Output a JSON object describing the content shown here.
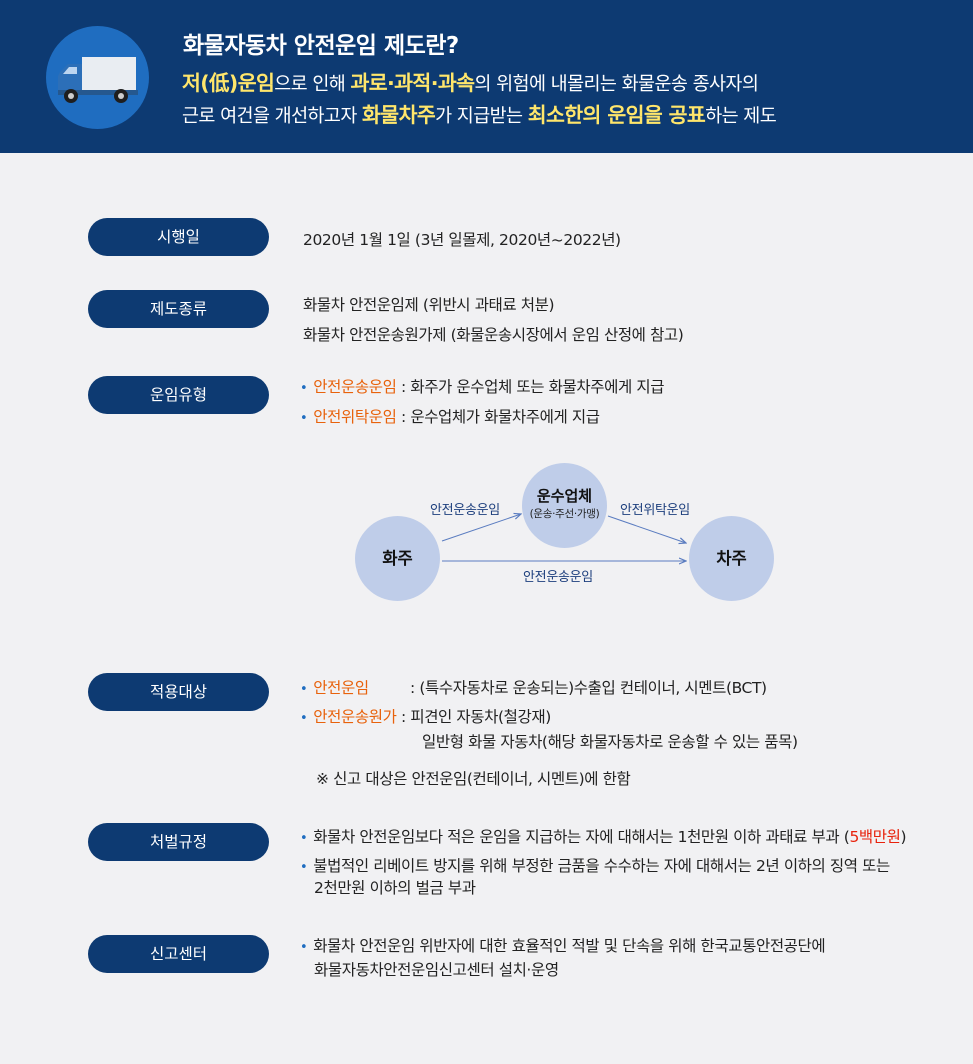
{
  "header": {
    "title": "화물자동차 안전운임 제도란?",
    "line1": {
      "hl1": "저(低)운임",
      "t1": "으로 인해 ",
      "hl2": "과로·과적·과속",
      "t2": "의 위험에 내몰리는 화물운송 종사자의"
    },
    "line2": {
      "t1": "근로 여건을 개선하고자 ",
      "hl1": "화물차주",
      "t2": "가 지급받는 ",
      "hl2": "최소한의 운임을 공표",
      "t3": "하는 제도"
    },
    "icon": "truck-icon",
    "colors": {
      "navy": "#0d3a72",
      "highlight": "#ffe66b",
      "orange": "#e8620c",
      "red": "#e8220c",
      "node": "#bfcde9"
    }
  },
  "sections": {
    "effective_date": {
      "label": "시행일",
      "text": "2020년 1월 1일 (3년 일몰제, 2020년~2022년)"
    },
    "system_type": {
      "label": "제도종류",
      "line1": "화물차 안전운임제 (위반시 과태료 처분)",
      "line2": "화물차 안전운송원가제 (화물운송시장에서 운임 산정에 참고)"
    },
    "fare_type": {
      "label": "운임유형",
      "items": [
        {
          "term": "안전운송운임",
          "desc": " : 화주가 운수업체 또는 화물차주에게 지급"
        },
        {
          "term": "안전위탁운임",
          "desc": " : 운수업체가 화물차주에게 지급"
        }
      ]
    },
    "applicable": {
      "label": "적용대상",
      "item1_term": "안전운임",
      "item1_desc": ": (특수자동차로 운송되는)수출입 컨테이너, 시멘트(BCT)",
      "item2_term": "안전운송원가",
      "item2_desc": " : 피견인 자동차(철강재)",
      "item2_desc2": "일반형 화물  자동차(해당 화물자동차로 운송할 수 있는 품목)",
      "note": "※ 신고 대상은 안전운임(컨테이너, 시멘트)에 한함"
    },
    "penalty": {
      "label": "처벌규정",
      "item1": "화물차 안전운임보다 적은 운임을 지급하는 자에 대해서는 1천만원 이하 과태료 부과 (",
      "item1_red": "5백만원",
      "item1_end": ")",
      "item2_line1": "불법적인 리베이트 방지를 위해 부정한 금품을 수수하는 자에 대해서는 2년 이하의 징역 또는",
      "item2_line2": "2천만원 이하의 벌금 부과"
    },
    "report_center": {
      "label": "신고센터",
      "line1": "화물차 안전운임 위반자에 대한 효율적인 적발 및 단속을 위해 한국교통안전공단에",
      "line2": "화물자동차안전운임신고센터 설치·운영"
    }
  },
  "diagram": {
    "shipper": "화주",
    "carrier": "운수업체",
    "carrier_sub": "(운송·주선·가맹)",
    "owner": "차주",
    "edge_shipper_carrier": "안전운송운임",
    "edge_carrier_owner": "안전위탁운임",
    "edge_shipper_owner": "안전운송운임"
  }
}
